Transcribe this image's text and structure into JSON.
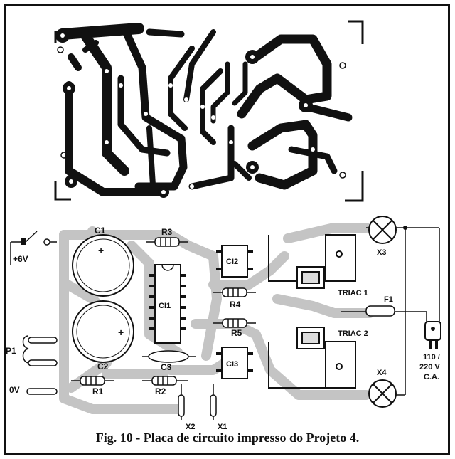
{
  "caption": "Fig. 10 - Placa de circuito impresso do Projeto 4.",
  "labels": {
    "c1": "C1",
    "c2": "C2",
    "c3": "C3",
    "r1": "R1",
    "r2": "R2",
    "r3": "R3",
    "r4": "R4",
    "r5": "R5",
    "ci1": "CI1",
    "ci2": "CI2",
    "ci3": "CI3",
    "triac1": "TRIAC 1",
    "triac2": "TRIAC 2",
    "f1": "F1",
    "x1": "X1",
    "x2": "X2",
    "x3": "X3",
    "x4": "X4",
    "p1": "P1",
    "plus6v": "+6V",
    "zero_v": "0V",
    "mains_line1": "110 /",
    "mains_line2": "220 V",
    "mains_line3": "C.A."
  },
  "colors": {
    "copper": "#111111",
    "shaded_traces": "#c4c4c4",
    "paper": "#ffffff"
  }
}
